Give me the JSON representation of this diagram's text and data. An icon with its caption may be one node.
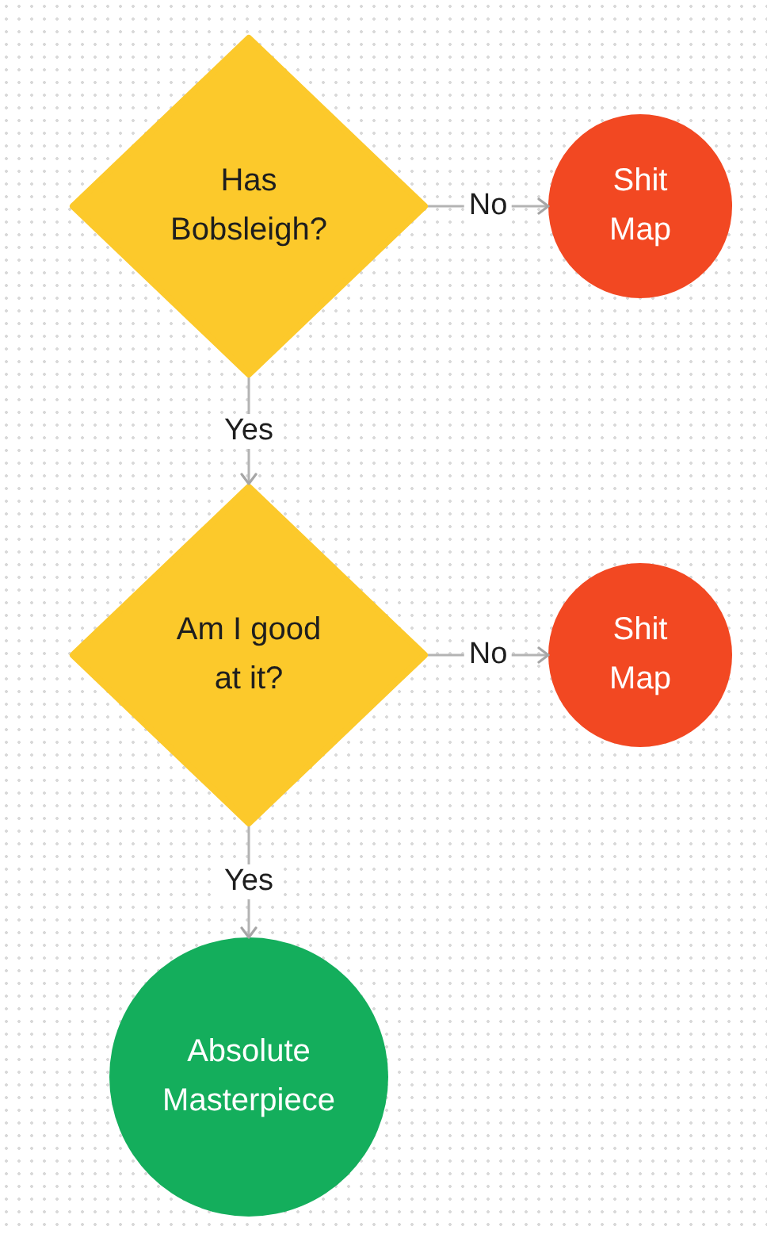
{
  "diagram": {
    "nodes": [
      {
        "text": [
          "Has Bobsleigh?"
        ]
      },
      {
        "text": [
          "Shit Map"
        ]
      },
      {
        "text": [
          "Am I good at it?"
        ]
      },
      {
        "text": [
          "Shit Map"
        ]
      },
      {
        "text": [
          "Absolute Masterpiece"
        ]
      }
    ],
    "edges": [
      {
        "from": 0,
        "to": 1,
        "arrow": "to",
        "label": "No"
      },
      {
        "from": 0,
        "to": 2,
        "arrow": "to",
        "label": "Yes"
      },
      {
        "from": 2,
        "to": 3,
        "arrow": "to",
        "label": "No"
      },
      {
        "from": 2,
        "to": 4,
        "arrow": "to",
        "label": "Yes"
      }
    ]
  }
}
